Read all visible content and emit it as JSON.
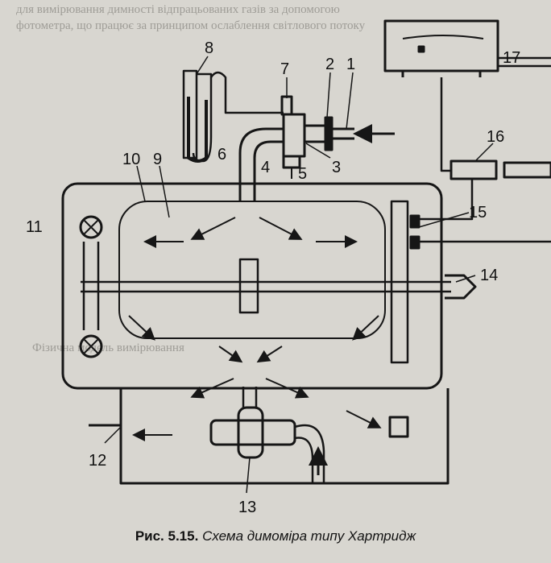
{
  "background_text": [
    "для вимірювання димності відпрацьованих газів за допомогою",
    "фотометра, що працює за принципом ослаблення світлового потоку",
    "Фізична модель вимірювання"
  ],
  "labels": {
    "l1": "1",
    "l2": "2",
    "l3": "3",
    "l4": "4",
    "l5": "5",
    "l6": "6",
    "l7": "7",
    "l8": "8",
    "l9": "9",
    "l10": "10",
    "l11": "11",
    "l12": "12",
    "l13": "13",
    "l14": "14",
    "l15": "15",
    "l16": "16",
    "l17": "17"
  },
  "caption": {
    "prefix": "Рис. 5.15.",
    "title": "Схема димоміра типу Хартридж"
  },
  "colors": {
    "ink": "#161616",
    "paper": "#d8d6d0",
    "faint": "#6f6d68"
  }
}
